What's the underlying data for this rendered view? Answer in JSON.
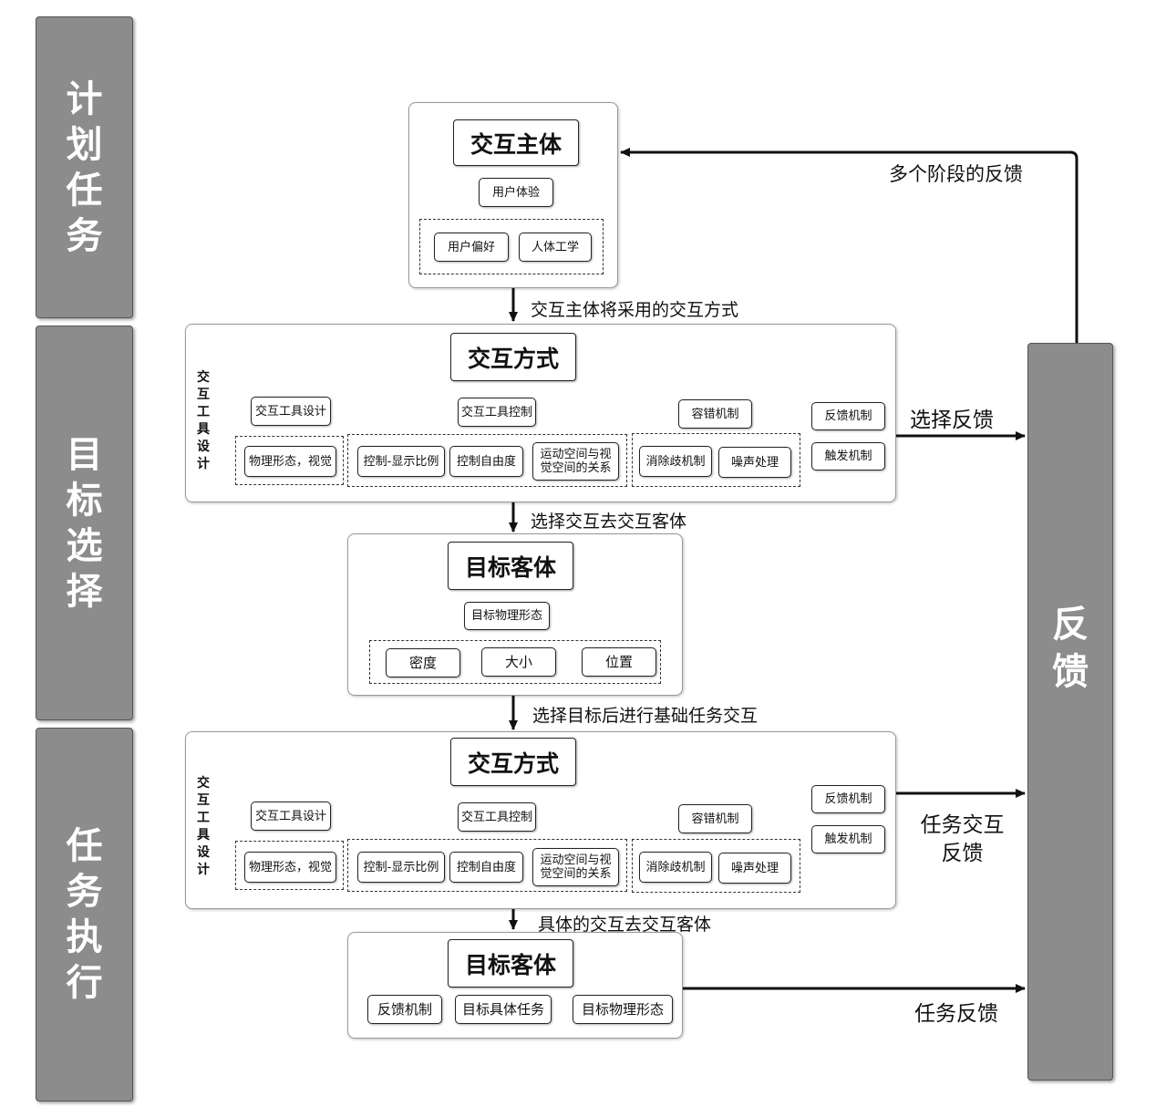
{
  "phases": [
    "计划任务",
    "目标选择",
    "任务执行"
  ],
  "feedback_bar": "反馈",
  "subject": {
    "title": "交互主体",
    "experience": "用户体验",
    "items": [
      "用户偏好",
      "人体工学"
    ]
  },
  "arrows": {
    "a1": "交互主体将采用的交互方式",
    "a2": "选择交互去交互客体",
    "a3": "选择目标后进行基础任务交互",
    "a4": "具体的交互去交互客体"
  },
  "feedbacks": {
    "multi_stage": "多个阶段的反馈",
    "select": "选择反馈",
    "task_interaction": "任务交互反馈",
    "task": "任务反馈"
  },
  "method1": {
    "title": "交互方式",
    "side_label": "交互工具设计",
    "tool_design": "交互工具设计",
    "tool_control": "交互工具控制",
    "fault_tolerance": "容错机制",
    "physical": "物理形态，视觉",
    "cd_ratio": "控制-显示比例",
    "dof": "控制自由度",
    "motion_space": "运动空间与视觉空间的关系",
    "disambiguation": "消除歧机制",
    "noise": "噪声处理",
    "feedback_mech": "反馈机制",
    "trigger_mech": "触发机制"
  },
  "method2": {
    "title": "交互方式",
    "side_label": "交互工具设计",
    "tool_design": "交互工具设计",
    "tool_control": "交互工具控制",
    "fault_tolerance": "容错机制",
    "physical": "物理形态，视觉",
    "cd_ratio": "控制-显示比例",
    "dof": "控制自由度",
    "motion_space": "运动空间与视觉空间的关系",
    "disambiguation": "消除歧机制",
    "noise": "噪声处理",
    "feedback_mech": "反馈机制",
    "trigger_mech": "触发机制"
  },
  "object1": {
    "title": "目标客体",
    "physical": "目标物理形态",
    "items": [
      "密度",
      "大小",
      "位置"
    ]
  },
  "object2": {
    "title": "目标客体",
    "items": [
      "反馈机制",
      "目标具体任务",
      "目标物理形态"
    ]
  }
}
